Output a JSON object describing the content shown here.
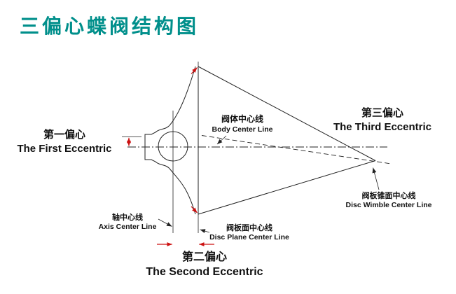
{
  "page": {
    "title": "三偏心蝶阀结构图"
  },
  "labels": {
    "first_eccentric": {
      "zh": "第一偏心",
      "en": "The First Eccentric"
    },
    "second_eccentric": {
      "zh": "第二偏心",
      "en": "The Second Eccentric"
    },
    "third_eccentric": {
      "zh": "第三偏心",
      "en": "The Third Eccentric"
    },
    "body_center_line": {
      "zh": "阀体中心线",
      "en": "Body Center Line"
    },
    "axis_center_line": {
      "zh": "轴中心线",
      "en": "Axis Center Line"
    },
    "disc_plane_center_line": {
      "zh": "阀板面中心线",
      "en": "Disc Plane Center Line"
    },
    "disc_wimble_center_line": {
      "zh": "阀板锥面中心线",
      "en": "Disc Wimble Center Line"
    }
  },
  "colors": {
    "title": "#008f8b",
    "line": "#222222",
    "marker": "#cc1111",
    "background": "#ffffff"
  }
}
